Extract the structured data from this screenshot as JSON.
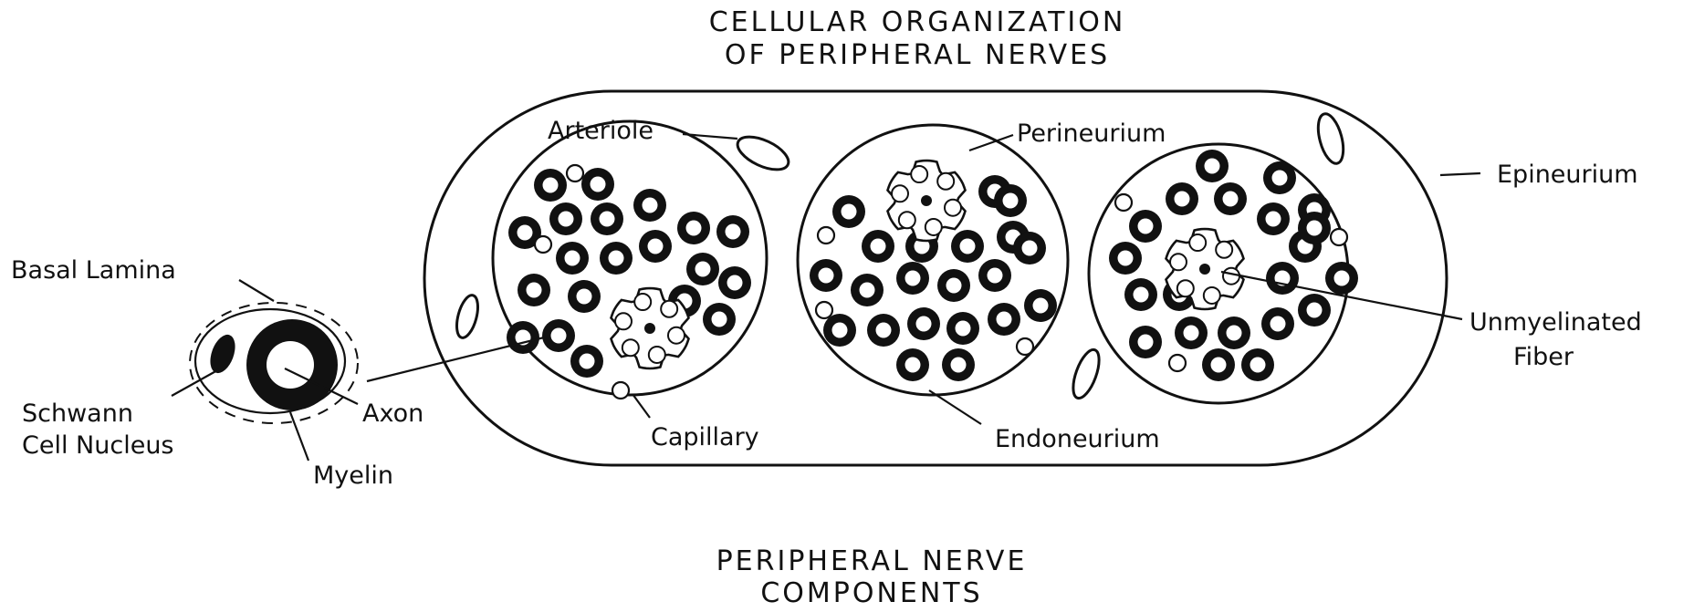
{
  "title": {
    "line1": "CELLULAR  ORGANIZATION",
    "line2": "OF PERIPHERAL  NERVES"
  },
  "caption": {
    "line1": "PERIPHERAL  NERVE",
    "line2": "COMPONENTS"
  },
  "labels": {
    "basal_lamina": "Basal  Lamina",
    "schwann_line1": "Schwann",
    "schwann_line2": "Cell Nucleus",
    "axon": "Axon",
    "myelin": "Myelin",
    "arteriole": "Arteriole",
    "capillary": "Capillary",
    "perineurium": "Perineurium",
    "endoneurium": "Endoneurium",
    "epineurium": "Epineurium",
    "unmyelinated_line1": "Unmyelinated",
    "unmyelinated_line2": "Fiber"
  },
  "colors": {
    "ink": "#111111",
    "background": "#ffffff"
  }
}
